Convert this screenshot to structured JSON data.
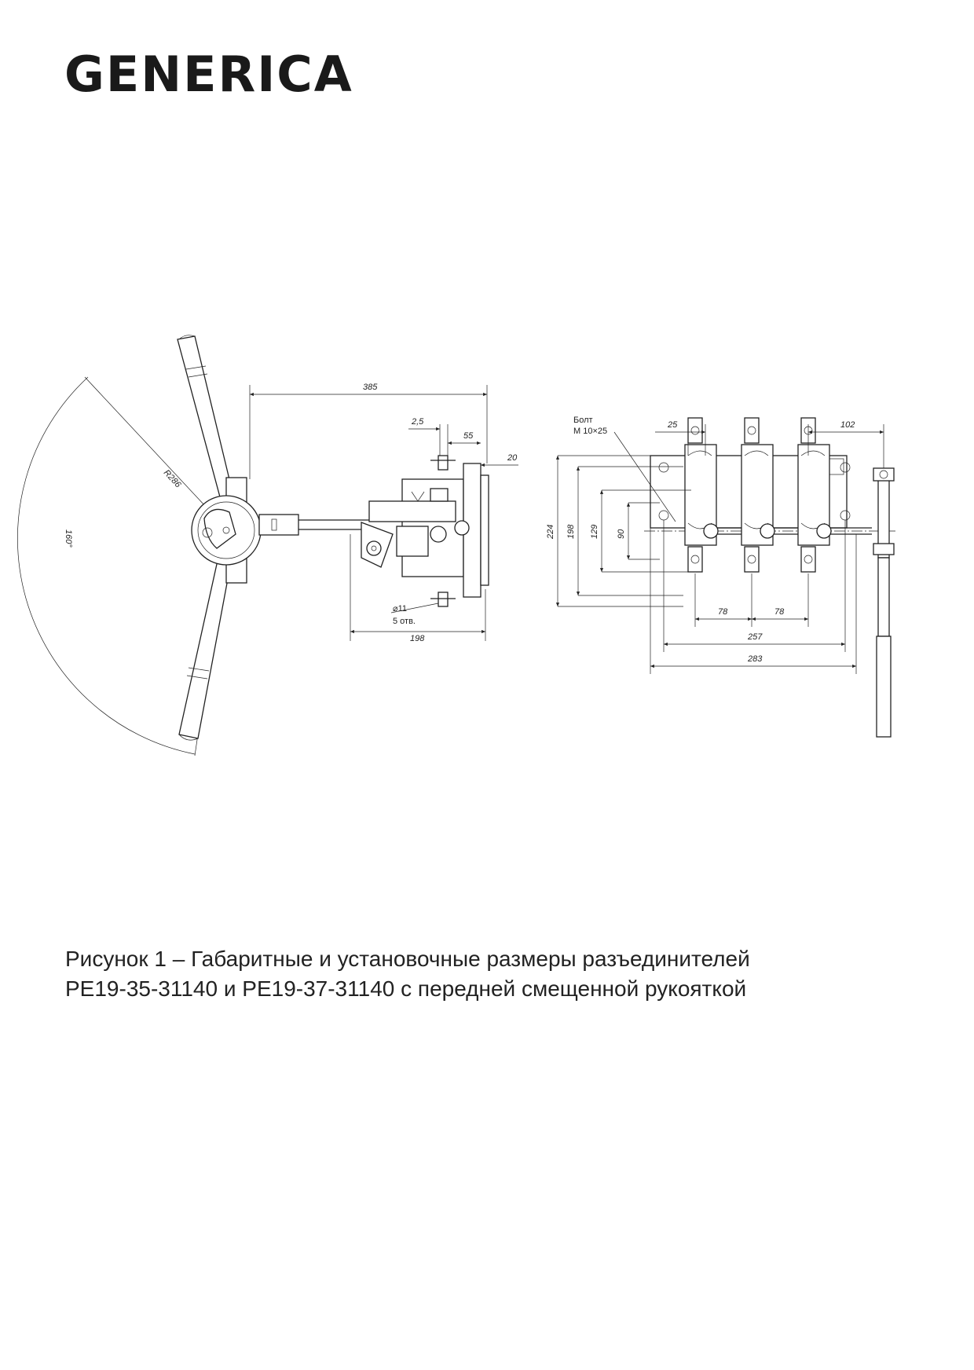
{
  "brand": {
    "logo_text": "GENERICA"
  },
  "drawing": {
    "left_view": {
      "dim_overall": "385",
      "dim_2_5": "2,5",
      "dim_55": "55",
      "dim_20": "20",
      "dim_198": "198",
      "radius": "R286",
      "angle": "160°",
      "hole_dia": "⌀11",
      "hole_count": "5 отв."
    },
    "right_view": {
      "bolt_label_1": "Болт",
      "bolt_label_2": "М 10×25",
      "dim_25": "25",
      "dim_102": "102",
      "dim_224": "224",
      "dim_198": "198",
      "dim_129": "129",
      "dim_90": "90",
      "dim_78_a": "78",
      "dim_78_b": "78",
      "dim_257": "257",
      "dim_283": "283"
    }
  },
  "caption": {
    "line1": "Рисунок 1 – Габаритные и установочные размеры разъединителей",
    "line2": "РЕ19-35-31140 и РЕ19-37-31140 с передней смещенной рукояткой"
  }
}
